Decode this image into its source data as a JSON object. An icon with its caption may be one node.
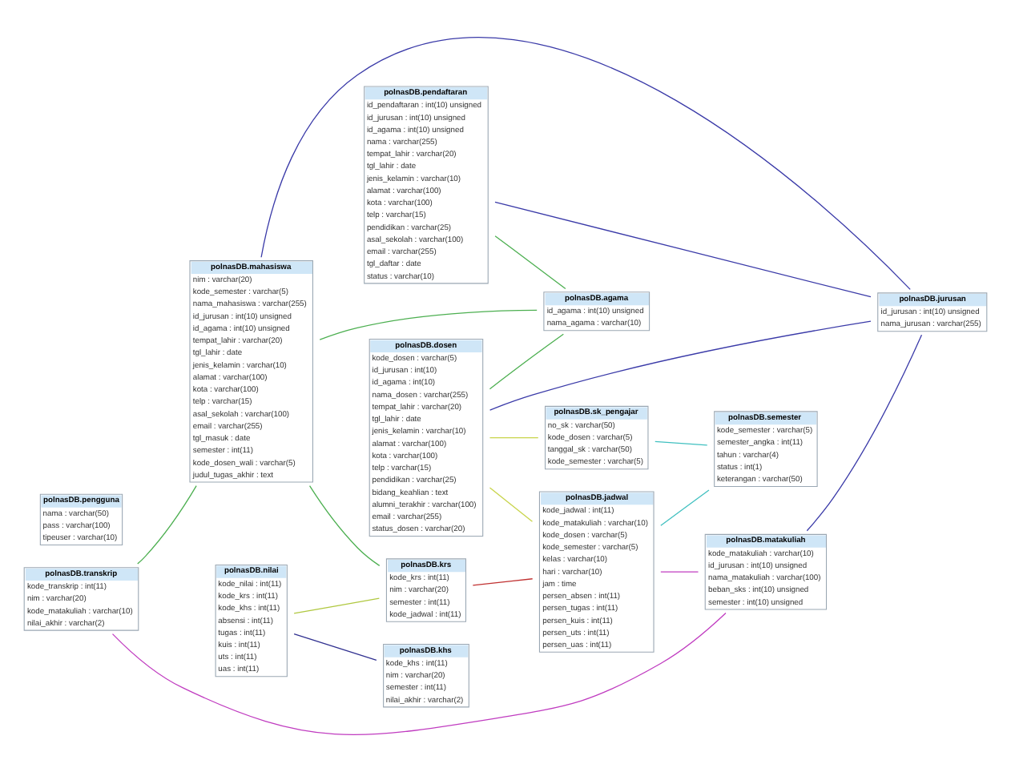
{
  "diagram": {
    "nodes": [
      {
        "text": [
          "polnasDB.mahasiswa",
          "nim : varchar(20)",
          "kode_semester : varchar(5)",
          "nama_mahasiswa : varchar(255)",
          "id_jurusan : int(10) unsigned",
          "id_agama : int(10) unsigned",
          "tempat_lahir : varchar(20)",
          "tgl_lahir : date",
          "jenis_kelamin : varchar(10)",
          "alamat : varchar(100)",
          "kota : varchar(100)",
          "telp : varchar(15)",
          "asal_sekolah : varchar(100)",
          "email : varchar(255)",
          "tgl_masuk : date",
          "semester : int(11)",
          "kode_dosen_wali : varchar(5)",
          "judul_tugas_akhir : text"
        ]
      },
      {
        "text": [
          "polnasDB.pengguna",
          "nama : varchar(50)",
          "pass : varchar(100)",
          "tipeuser : varchar(10)"
        ]
      },
      {
        "text": [
          "polnasDB.agama",
          "id_agama : int(10) unsigned",
          "nama_agama : varchar(10)"
        ]
      },
      {
        "text": [
          "polnasDB.dosen",
          "kode_dosen : varchar(5)",
          "id_jurusan : int(10)",
          "id_agama : int(10)",
          "nama_dosen : varchar(255)",
          "tempat_lahir : varchar(20)",
          "tgl_lahir : date",
          "jenis_kelamin : varchar(10)",
          "alamat : varchar(100)",
          "kota : varchar(100)",
          "telp : varchar(15)",
          "pendidikan : varchar(25)",
          "bidang_keahlian : text",
          "alumni_terakhir : varchar(100)",
          "email : varchar(255)",
          "status_dosen : varchar(20)"
        ]
      },
      {
        "text": [
          "polnasDB.krs",
          "kode_krs : int(11)",
          "nim : varchar(20)",
          "semester : int(11)",
          "kode_jadwal : int(11)"
        ]
      },
      {
        "text": [
          "polnasDB.nilai",
          "kode_nilai : int(11)",
          "kode_krs : int(11)",
          "kode_khs : int(11)",
          "absensi : int(11)",
          "tugas : int(11)",
          "kuis : int(11)",
          "uts : int(11)",
          "uas : int(11)"
        ]
      },
      {
        "text": [
          "polnasDB.khs",
          "kode_khs : int(11)",
          "nim : varchar(20)",
          "semester : int(11)",
          "nilai_akhir : varchar(2)"
        ]
      },
      {
        "text": [
          "polnasDB.jadwal",
          "kode_jadwal : int(11)",
          "kode_matakuliah : varchar(10)",
          "kode_dosen : varchar(5)",
          "kode_semester : varchar(5)",
          "kelas : varchar(10)",
          "hari : varchar(10)",
          "jam : time",
          "persen_absen : int(11)",
          "persen_tugas : int(11)",
          "persen_kuis : int(11)",
          "persen_uts : int(11)",
          "persen_uas : int(11)"
        ]
      },
      {
        "text": [
          "polnasDB.pendaftaran",
          "id_pendaftaran : int(10) unsigned",
          "id_jurusan : int(10) unsigned",
          "id_agama : int(10) unsigned",
          "nama : varchar(255)",
          "tempat_lahir : varchar(20)",
          "tgl_lahir : date",
          "jenis_kelamin : varchar(10)",
          "alamat : varchar(100)",
          "kota : varchar(100)",
          "telp : varchar(15)",
          "pendidikan : varchar(25)",
          "asal_sekolah : varchar(100)",
          "email : varchar(255)",
          "tgl_daftar : date",
          "status : varchar(10)"
        ]
      },
      {
        "text": [
          "polnasDB.semester",
          "kode_semester : varchar(5)",
          "semester_angka : int(11)",
          "tahun : varchar(4)",
          "status : int(1)",
          "keterangan : varchar(50)"
        ]
      },
      {
        "text": [
          "polnasDB.transkrip",
          "kode_transkrip : int(11)",
          "nim : varchar(20)",
          "kode_matakuliah : varchar(10)",
          "nilai_akhir : varchar(2)"
        ]
      },
      {
        "text": [
          "polnasDB.sk_pengajar",
          "no_sk : varchar(50)",
          "kode_dosen : varchar(5)",
          "tanggal_sk : varchar(50)",
          "kode_semester : varchar(5)"
        ]
      },
      {
        "text": [
          "polnasDB.matakuliah",
          "kode_matakuliah : varchar(10)",
          "id_jurusan : int(10) unsigned",
          "nama_matakuliah : varchar(100)",
          "beban_sks : int(10) unsigned",
          "semester : int(10) unsigned"
        ]
      },
      {
        "text": [
          "polnasDB.jurusan",
          "id_jurusan : int(10) unsigned",
          "nama_jurusan : varchar(255)"
        ]
      }
    ],
    "edges": [
      {
        "from": 0,
        "to": 4,
        "arrow": "none",
        "color": "#4caf50"
      },
      {
        "from": 0,
        "to": 2,
        "arrow": "none",
        "color": "#4caf50"
      },
      {
        "from": 0,
        "to": 13,
        "arrow": "none",
        "color": "#3a3aa8"
      },
      {
        "from": 8,
        "to": 2,
        "arrow": "none",
        "color": "#4caf50"
      },
      {
        "from": 8,
        "to": 13,
        "arrow": "none",
        "color": "#3a3aa8"
      },
      {
        "from": 3,
        "to": 2,
        "arrow": "none",
        "color": "#4caf50"
      },
      {
        "from": 3,
        "to": 13,
        "arrow": "none",
        "color": "#3a3aa8"
      },
      {
        "from": 3,
        "to": 7,
        "arrow": "none",
        "color": "#c8d44a"
      },
      {
        "from": 3,
        "to": 11,
        "arrow": "none",
        "color": "#c8d44a"
      },
      {
        "from": 10,
        "to": 0,
        "arrow": "none",
        "color": "#4caf50"
      },
      {
        "from": 10,
        "to": 12,
        "arrow": "none",
        "color": "#c03cc0"
      },
      {
        "from": 7,
        "to": 12,
        "arrow": "none",
        "color": "#c03cc0"
      },
      {
        "from": 12,
        "to": 13,
        "arrow": "none",
        "color": "#3a3aa8"
      },
      {
        "from": 4,
        "to": 7,
        "arrow": "none",
        "color": "#c03030"
      },
      {
        "from": 5,
        "to": 4,
        "arrow": "none",
        "color": "#b0c840"
      },
      {
        "from": 5,
        "to": 6,
        "arrow": "none",
        "color": "#303090"
      },
      {
        "from": 7,
        "to": 9,
        "arrow": "none",
        "color": "#40c0c0"
      },
      {
        "from": 11,
        "to": 9,
        "arrow": "none",
        "color": "#40c0c0"
      }
    ]
  }
}
